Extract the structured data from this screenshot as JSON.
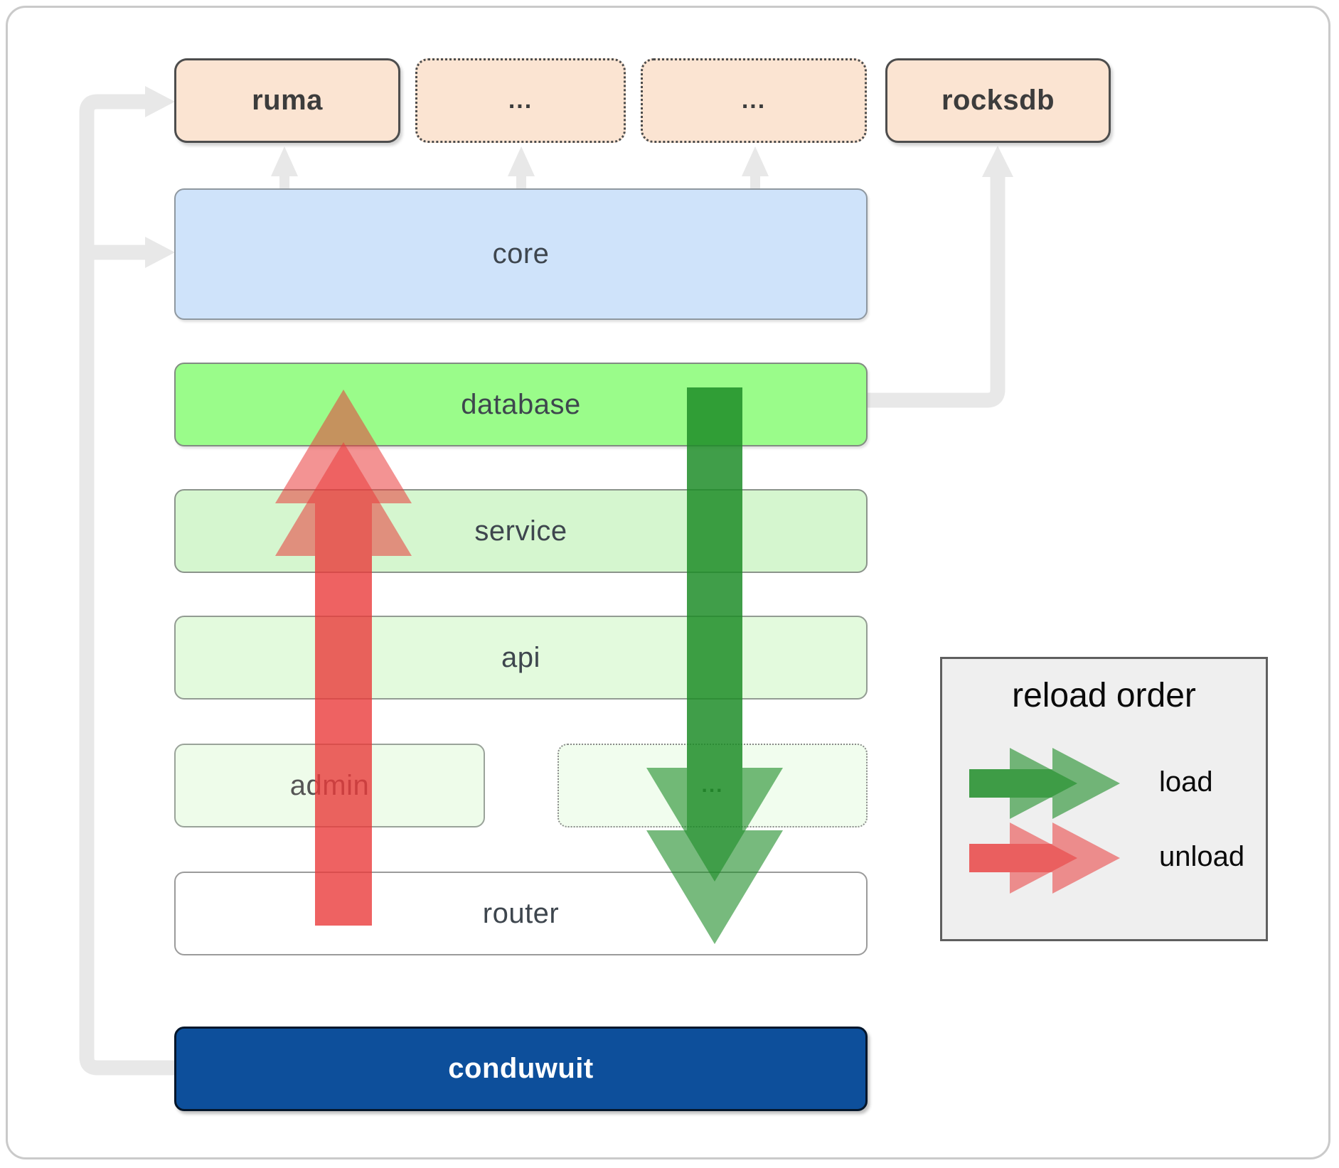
{
  "top_row": {
    "ruma": "ruma",
    "placeholder_1": "...",
    "placeholder_2": "...",
    "rocksdb": "rocksdb"
  },
  "layers": {
    "core": "core",
    "database": "database",
    "service": "service",
    "api": "api",
    "admin": "admin",
    "admin_placeholder": "...",
    "router": "router",
    "conduwuit": "conduwuit"
  },
  "legend": {
    "title": "reload order",
    "items": [
      {
        "label": "load",
        "color": "#1d8c27"
      },
      {
        "label": "unload",
        "color": "#ea3b3b"
      }
    ]
  },
  "colors": {
    "dependency_fill": "#fbe4d2",
    "core_fill": "#cfe3fa",
    "database_fill": "#9afc8a",
    "service_fill": "#d5f6cf",
    "api_fill": "#e3fadd",
    "admin_fill": "#eefcea",
    "router_fill": "#ffffff",
    "conduwuit_fill": "#0d4f9b",
    "load_arrow": "#1d8c27",
    "unload_arrow": "#ea3b3b",
    "connector_gray": "#e8e8e8"
  }
}
